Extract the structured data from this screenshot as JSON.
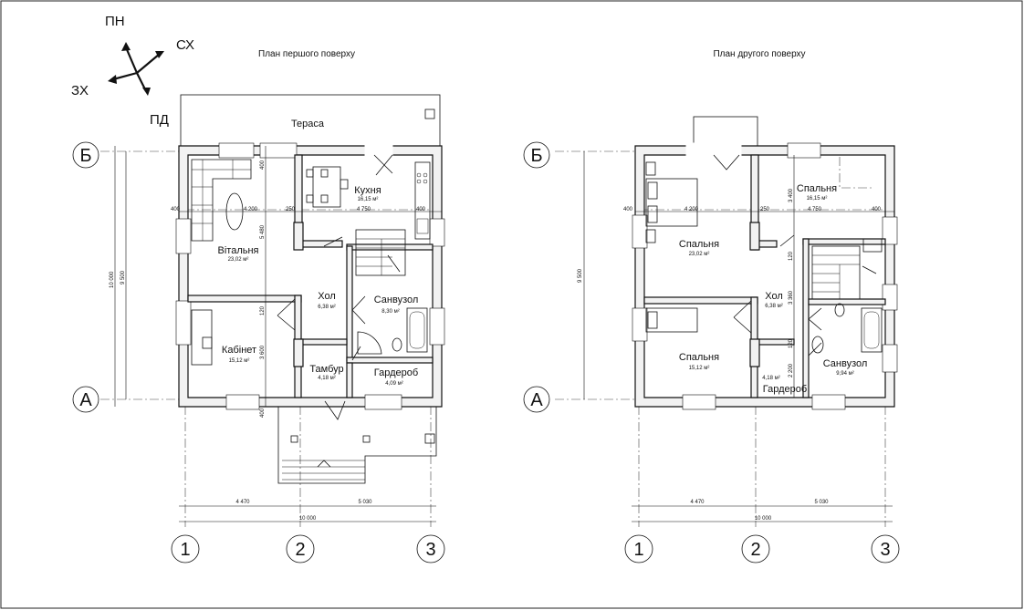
{
  "compass": {
    "north": "ПН",
    "east": "СХ",
    "west": "ЗХ",
    "south": "ПД"
  },
  "floor1": {
    "title": "План першого поверху",
    "terrace": "Тераса",
    "rooms": {
      "kitchen": {
        "name": "Кухня",
        "area": "16,15 м²"
      },
      "living": {
        "name": "Вітальня",
        "area": "23,02 м²"
      },
      "hall": {
        "name": "Хол",
        "area": "6,38 м²"
      },
      "bath": {
        "name": "Санвузол",
        "area": "8,30 м²"
      },
      "office": {
        "name": "Кабінет",
        "area": "15,12 м²"
      },
      "vestibule": {
        "name": "Тамбур",
        "area": "4,18 м²"
      },
      "wardrobe": {
        "name": "Гардероб",
        "area": "4,09 м²"
      }
    },
    "dims": {
      "d400a": "400",
      "d4200": "4 200",
      "d250": "250",
      "d4750": "4 750",
      "d400b": "400",
      "d5480": "5 480",
      "d400c": "400",
      "d120": "120",
      "d3600": "3 600",
      "d400d": "400",
      "d10000v": "10 000",
      "d9500v": "9 500",
      "b4470": "4 470",
      "b5030": "5 030",
      "b10000": "10 000"
    }
  },
  "floor2": {
    "title": "План другого поверху",
    "rooms": {
      "bed1": {
        "name": "Спальня",
        "area": "16,15 м²"
      },
      "bed2": {
        "name": "Спальня",
        "area": "23,02 м²"
      },
      "hall": {
        "name": "Хол",
        "area": "6,38 м²"
      },
      "bed3": {
        "name": "Спальня",
        "area": "15,12 м²"
      },
      "bath": {
        "name": "Санвузол",
        "area": "9,94 м²"
      },
      "wardrobe": {
        "name": "Гардероб",
        "area": "4,18 м²"
      }
    },
    "dims": {
      "d400a": "400",
      "d4200": "4 200",
      "d250": "250",
      "d4750": "4 750",
      "d400b": "400",
      "d3400": "3 400",
      "d120a": "120",
      "d3360": "3 360",
      "d120b": "120",
      "d2200": "2 200",
      "d9500v": "9 500",
      "b4470": "4 470",
      "b5030": "5 030",
      "b10000": "10 000"
    }
  },
  "axes": {
    "b": "Б",
    "a": "А",
    "one": "1",
    "two": "2",
    "three": "3"
  }
}
